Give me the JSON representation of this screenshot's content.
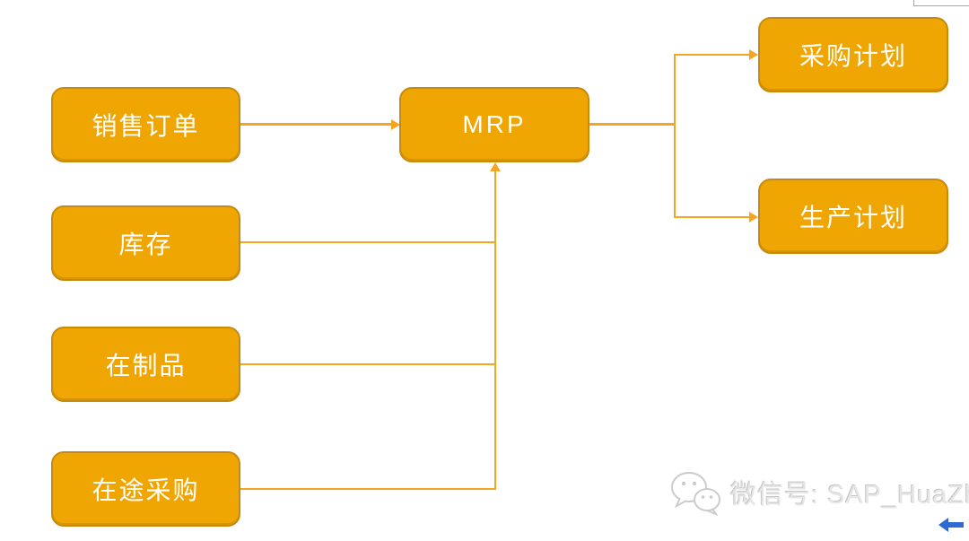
{
  "diagram": {
    "nodes": {
      "sales_order": {
        "label": "销售订单"
      },
      "inventory": {
        "label": "库存"
      },
      "wip": {
        "label": "在制品"
      },
      "transit_purchase": {
        "label": "在途采购"
      },
      "mrp": {
        "label": "MRP"
      },
      "purchase_plan": {
        "label": "采购计划"
      },
      "production_plan": {
        "label": "生产计划"
      }
    },
    "edges": [
      {
        "from": "销售订单",
        "to": "MRP"
      },
      {
        "from": "库存",
        "to": "MRP"
      },
      {
        "from": "在制品",
        "to": "MRP"
      },
      {
        "from": "在途采购",
        "to": "MRP"
      },
      {
        "from": "MRP",
        "to": "采购计划"
      },
      {
        "from": "MRP",
        "to": "生产计划"
      }
    ],
    "colors": {
      "node_fill": "#EFA502",
      "node_border": "#C68A0E",
      "connector": "#F5A51F",
      "node_text": "#FFFFFF"
    }
  },
  "watermark": {
    "icon": "wechat-icon",
    "text": "微信号: SAP_HuaZhi"
  },
  "decorations": {
    "cursor_icon": "left-arrow-icon",
    "cursor_color": "#2E6AD1",
    "shape_outline_color": "#A8A8A8"
  }
}
